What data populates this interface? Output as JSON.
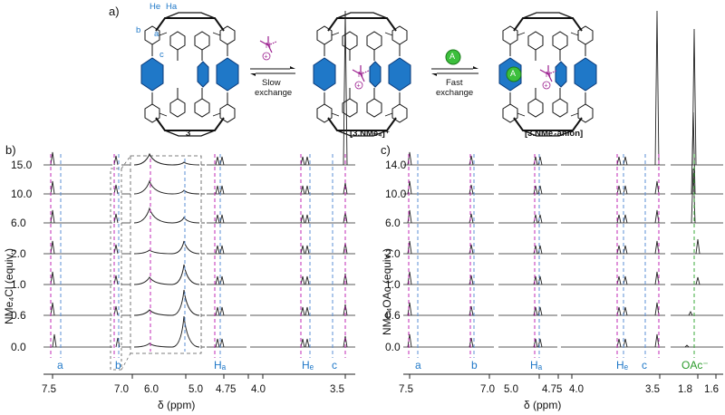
{
  "panel_a": {
    "label": "a)",
    "atom_labels": {
      "He": "He",
      "Ha": "Ha",
      "b": "b",
      "a": "a",
      "c": "c"
    },
    "compound_1": "3",
    "compound_2": "[3.NMe₄]⁺",
    "compound_3": "[3.NMe₄anion]",
    "arrow_1": {
      "line1": "Slow",
      "line2": "exchange"
    },
    "arrow_2": {
      "line1": "Fast",
      "line2": "exchange"
    },
    "anion_symbol": "A",
    "colors": {
      "blue": "#1f78c8",
      "purple": "#9b1d8e",
      "green": "#2a9a2a"
    }
  },
  "panel_b": {
    "label": "b)",
    "ylabel": "NMe₄Cl (equiv.)",
    "equivalents": [
      "15.0",
      "10.0",
      "6.0",
      "2.0",
      "1.0",
      "0.6",
      "0.0"
    ],
    "peak_labels": [
      "a",
      "b",
      "Hₐ",
      "Hₑ",
      "c"
    ],
    "x_ticks": [
      "7.5",
      "7.0",
      "6.0",
      "5.0",
      "4.75",
      "4.0",
      "3.5"
    ],
    "xlabel": "δ (ppm)"
  },
  "panel_c": {
    "label": "c)",
    "ylabel": "NMe₄OAc (equiv.)",
    "equivalents": [
      "14.0",
      "10.0",
      "6.0",
      "2.0",
      "1.0",
      "0.6",
      "0.0"
    ],
    "peak_labels": [
      "a",
      "b",
      "Hₐ",
      "Hₑ",
      "c",
      "OAc⁻"
    ],
    "x_ticks": [
      "7.5",
      "7.0",
      "5.0",
      "4.75",
      "4.0",
      "3.5",
      "1.8",
      "1.6"
    ],
    "xlabel": "δ (ppm)"
  }
}
